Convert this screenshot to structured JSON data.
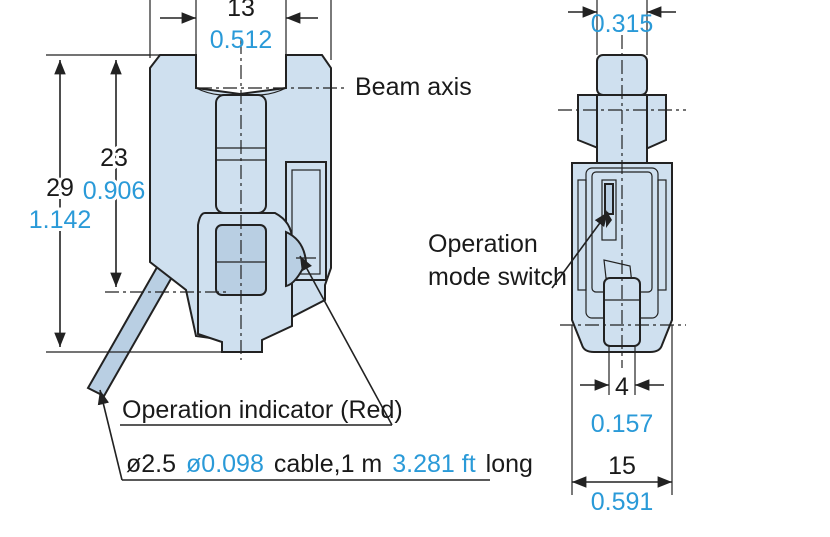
{
  "dimensions": {
    "width_top": {
      "mm": "13",
      "inch": "0.512"
    },
    "height_total": {
      "mm": "29",
      "inch": "1.142"
    },
    "height_axis": {
      "mm": "23",
      "inch": "0.906"
    },
    "side_top": {
      "inch": "0.315"
    },
    "side_switch": {
      "mm": "4",
      "inch": "0.157"
    },
    "side_width": {
      "mm": "15",
      "inch": "0.591"
    }
  },
  "labels": {
    "beam_axis": "Beam axis",
    "op_mode_line1": "Operation",
    "op_mode_line2": "mode switch",
    "op_indicator": "Operation indicator (Red)",
    "cable_mm": "ø2.5",
    "cable_inch": "ø0.098",
    "cable_text": "cable,1 m",
    "cable_ft": "3.281 ft",
    "cable_long": "long"
  },
  "colors": {
    "body": "#cfe0ef",
    "inch_text": "#2a9ad8",
    "line": "#222222"
  }
}
